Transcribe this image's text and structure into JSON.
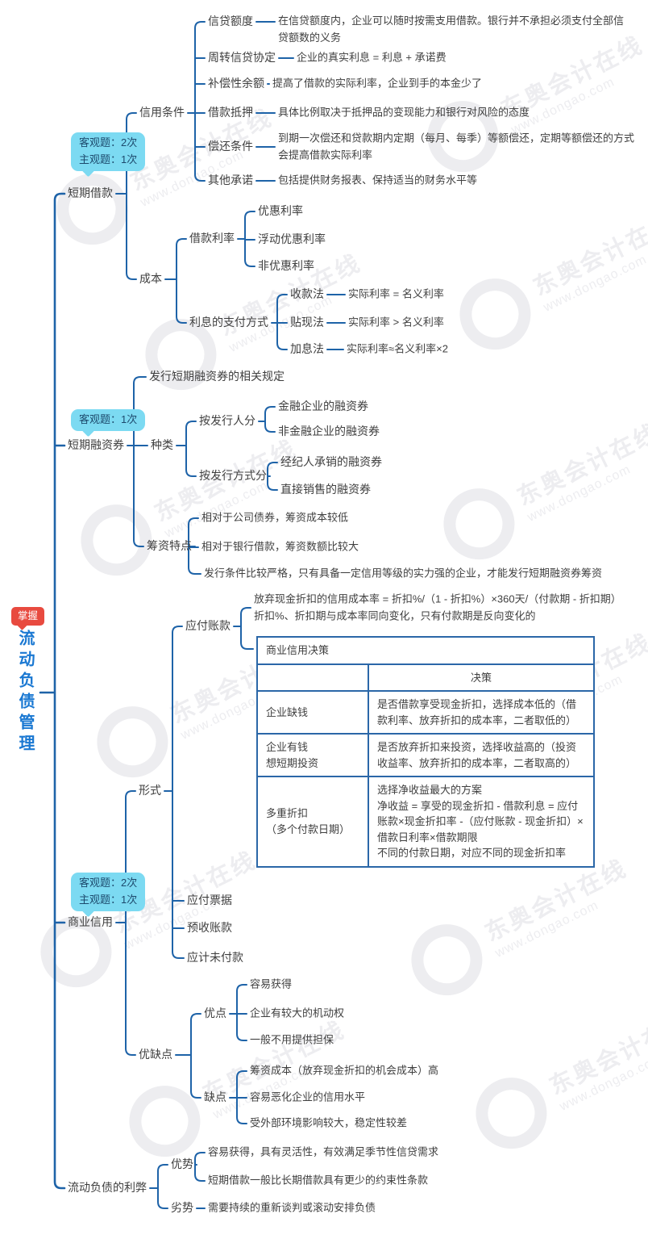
{
  "watermark": {
    "brand": "东奥会计在线",
    "url": "www.dongao.com"
  },
  "root": {
    "title": "流动负债管理",
    "badge": "掌握"
  },
  "map": {
    "short_term_loan": {
      "label": "短期借款",
      "badge": {
        "line1": "客观题：2次",
        "line2": "主观题：1次"
      },
      "credit_terms": {
        "label": "信用条件",
        "items": [
          {
            "label": "信贷额度",
            "desc": "在信贷额度内，企业可以随时按需支用借款。银行并不承担必须支付全部信贷额数的义务"
          },
          {
            "label": "周转信贷协定",
            "desc": "企业的真实利息 = 利息 + 承诺费"
          },
          {
            "label": "补偿性余额",
            "desc": "提高了借款的实际利率，企业到手的本金少了"
          },
          {
            "label": "借款抵押",
            "desc": "具体比例取决于抵押品的变现能力和银行对风险的态度"
          },
          {
            "label": "偿还条件",
            "desc": "到期一次偿还和贷款期内定期（每月、每季）等额偿还，定期等额偿还的方式会提高借款实际利率"
          },
          {
            "label": "其他承诺",
            "desc": "包括提供财务报表、保持适当的财务水平等"
          }
        ]
      },
      "cost": {
        "label": "成本",
        "loan_rate": {
          "label": "借款利率",
          "items": [
            {
              "label": "优惠利率"
            },
            {
              "label": "浮动优惠利率"
            },
            {
              "label": "非优惠利率"
            }
          ]
        },
        "payment": {
          "label": "利息的支付方式",
          "items": [
            {
              "label": "收款法",
              "desc": "实际利率 = 名义利率"
            },
            {
              "label": "贴现法",
              "desc": "实际利率 > 名义利率"
            },
            {
              "label": "加息法",
              "desc": "实际利率≈名义利率×2"
            }
          ]
        }
      }
    },
    "short_term_financing_bills": {
      "label": "短期融资券",
      "badge": {
        "line1": "客观题：1次"
      },
      "regulation": "发行短期融资券的相关规定",
      "kinds": {
        "label": "种类",
        "by_issuer": {
          "label": "按发行人分",
          "items": [
            {
              "label": "金融企业的融资券"
            },
            {
              "label": "非金融企业的融资券"
            }
          ]
        },
        "by_method": {
          "label": "按发行方式分",
          "items": [
            {
              "label": "经纪人承销的融资券"
            },
            {
              "label": "直接销售的融资券"
            }
          ]
        }
      },
      "features": {
        "label": "筹资特点",
        "items": [
          {
            "label": "相对于公司债券，筹资成本较低"
          },
          {
            "label": "相对于银行借款，筹资数额比较大"
          },
          {
            "label": "发行条件比较严格，只有具备一定信用等级的实力强的企业，才能发行短期融资券筹资"
          }
        ]
      }
    },
    "commercial_credit": {
      "label": "商业信用",
      "badge": {
        "line1": "客观题：2次",
        "line2": "主观题：1次"
      },
      "forms": {
        "label": "形式",
        "accounts_payable": {
          "label": "应付账款",
          "formula": "放弃现金折扣的信用成本率 = 折扣%/（1 - 折扣%）×360天/（付款期 - 折扣期）\n折扣%、折扣期与成本率同向变化，只有付款期是反向变化的",
          "table": {
            "title": "商业信用决策",
            "decision_header": "决策",
            "rows": [
              {
                "scenario": "企业缺钱",
                "decision": "是否借款享受现金折扣，选择成本低的（借款利率、放弃折扣的成本率，二者取低的）"
              },
              {
                "scenario": "企业有钱\n想短期投资",
                "decision": "是否放弃折扣来投资，选择收益高的（投资收益率、放弃折扣的成本率，二者取高的）"
              },
              {
                "scenario": "多重折扣\n（多个付款日期）",
                "decision": "选择净收益最大的方案\n净收益 = 享受的现金折扣 - 借款利息 = 应付账款×现金折扣率 -（应付账款 - 现金折扣）×借款日利率×借款期限\n不同的付款日期，对应不同的现金折扣率"
              }
            ]
          }
        },
        "others": [
          {
            "label": "应付票据"
          },
          {
            "label": "预收账款"
          },
          {
            "label": "应计未付款"
          }
        ]
      },
      "pros_cons": {
        "label": "优缺点",
        "pros": {
          "label": "优点",
          "items": [
            {
              "label": "容易获得"
            },
            {
              "label": "企业有较大的机动权"
            },
            {
              "label": "一般不用提供担保"
            }
          ]
        },
        "cons": {
          "label": "缺点",
          "items": [
            {
              "label": "筹资成本（放弃现金折扣的机会成本）高"
            },
            {
              "label": "容易恶化企业的信用水平"
            },
            {
              "label": "受外部环境影响较大，稳定性较差"
            }
          ]
        }
      }
    },
    "current_liability_tradeoff": {
      "label": "流动负债的利弊",
      "advantages": {
        "label": "优势",
        "items": [
          {
            "label": "容易获得，具有灵活性，有效满足季节性信贷需求"
          },
          {
            "label": "短期借款一般比长期借款具有更少的约束性条款"
          }
        ]
      },
      "disadvantages": {
        "label": "劣势",
        "items": [
          {
            "label": "需要持续的重新谈判或滚动安排负债"
          }
        ]
      }
    }
  }
}
